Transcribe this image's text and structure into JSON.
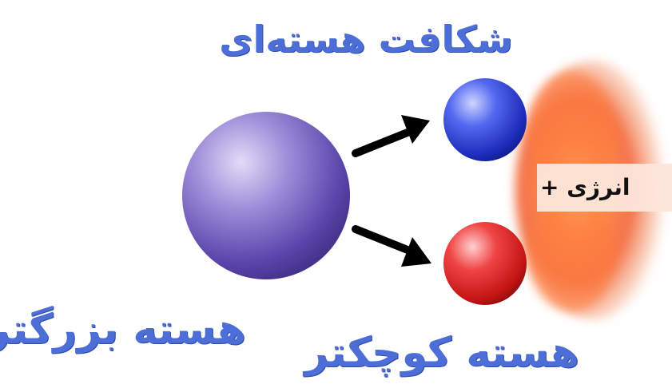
{
  "diagram": {
    "title": "شکافت هسته‌ای",
    "large_nucleus_label": "هسته بزرگتر",
    "small_nuclei_label": "هسته کوچکتر",
    "energy_label": "انرژی  +",
    "colors": {
      "label_text": "#4d6ed6",
      "large_nucleus": "#6a55b5",
      "small_nucleus_top": "#2a3fd0",
      "small_nucleus_bottom": "#d81f1f",
      "energy_glow": "#f26a2a",
      "arrow": "#000000"
    },
    "icons": {
      "large_nucleus": "purple-sphere",
      "small_nucleus_top": "blue-sphere",
      "small_nucleus_bottom": "red-sphere",
      "arrows": "arrow-right",
      "energy": "fiery-burst"
    }
  }
}
